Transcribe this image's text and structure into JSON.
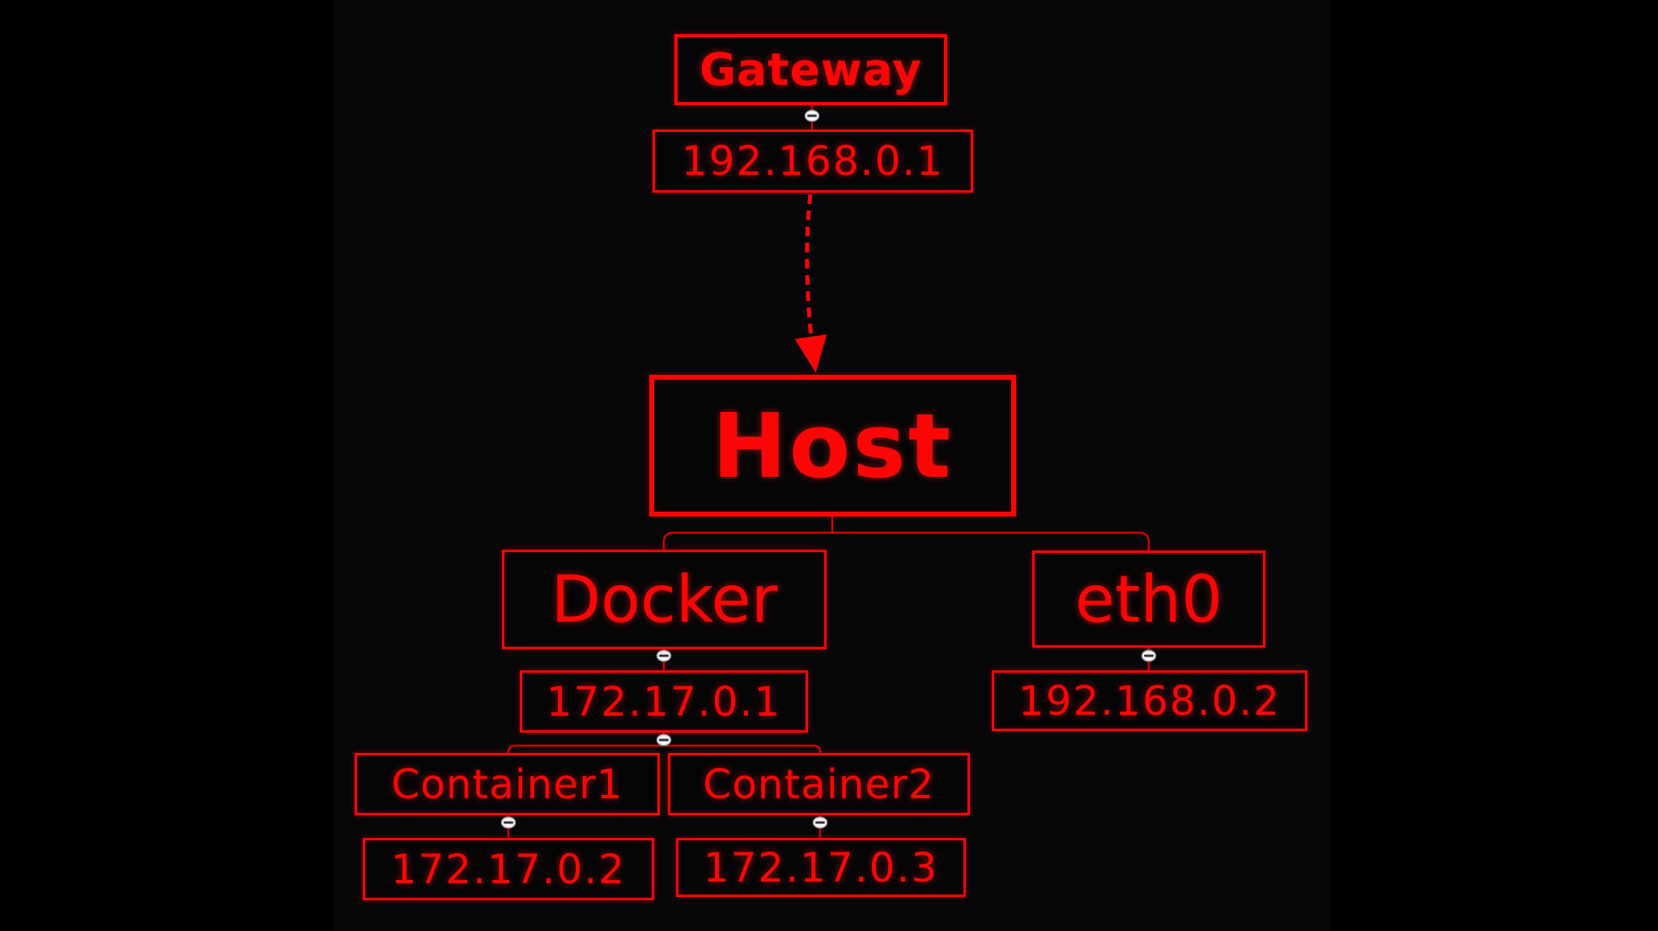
{
  "diagram": {
    "type": "mindmap-network-topology",
    "colors": {
      "page-bg": "#000000",
      "panel-bg": "#060608",
      "accent": "#fb0606",
      "connector": "#d40000",
      "toggle-fill": "#f5f5f5",
      "toggle-stroke": "#9a9aa2",
      "toggle-minus": "#33333b"
    },
    "nodes": {
      "gateway": {
        "label": "Gateway"
      },
      "gateway_ip": {
        "label": "192.168.0.1"
      },
      "host": {
        "label": "Host"
      },
      "docker": {
        "label": "Docker"
      },
      "docker_ip": {
        "label": "172.17.0.1"
      },
      "eth0": {
        "label": "eth0"
      },
      "eth0_ip": {
        "label": "192.168.0.2"
      },
      "container1": {
        "label": "Container1"
      },
      "container1_ip": {
        "label": "172.17.0.2"
      },
      "container2": {
        "label": "Container2"
      },
      "container2_ip": {
        "label": "172.17.0.3"
      }
    },
    "edges": [
      {
        "from": "Gateway",
        "to": "192.168.0.1",
        "style": "solid"
      },
      {
        "from": "192.168.0.1",
        "to": "Host",
        "style": "dashed-arrow"
      },
      {
        "from": "Host",
        "to": "Docker",
        "style": "solid-branch"
      },
      {
        "from": "Host",
        "to": "eth0",
        "style": "solid-branch"
      },
      {
        "from": "Docker",
        "to": "172.17.0.1",
        "style": "solid"
      },
      {
        "from": "172.17.0.1",
        "to": "Container1",
        "style": "solid-branch"
      },
      {
        "from": "172.17.0.1",
        "to": "Container2",
        "style": "solid-branch"
      },
      {
        "from": "Container1",
        "to": "172.17.0.2",
        "style": "solid"
      },
      {
        "from": "Container2",
        "to": "172.17.0.3",
        "style": "solid"
      },
      {
        "from": "eth0",
        "to": "192.168.0.2",
        "style": "solid"
      }
    ],
    "toggles": {
      "count": 6,
      "glyph": "−",
      "state": "expanded"
    }
  }
}
